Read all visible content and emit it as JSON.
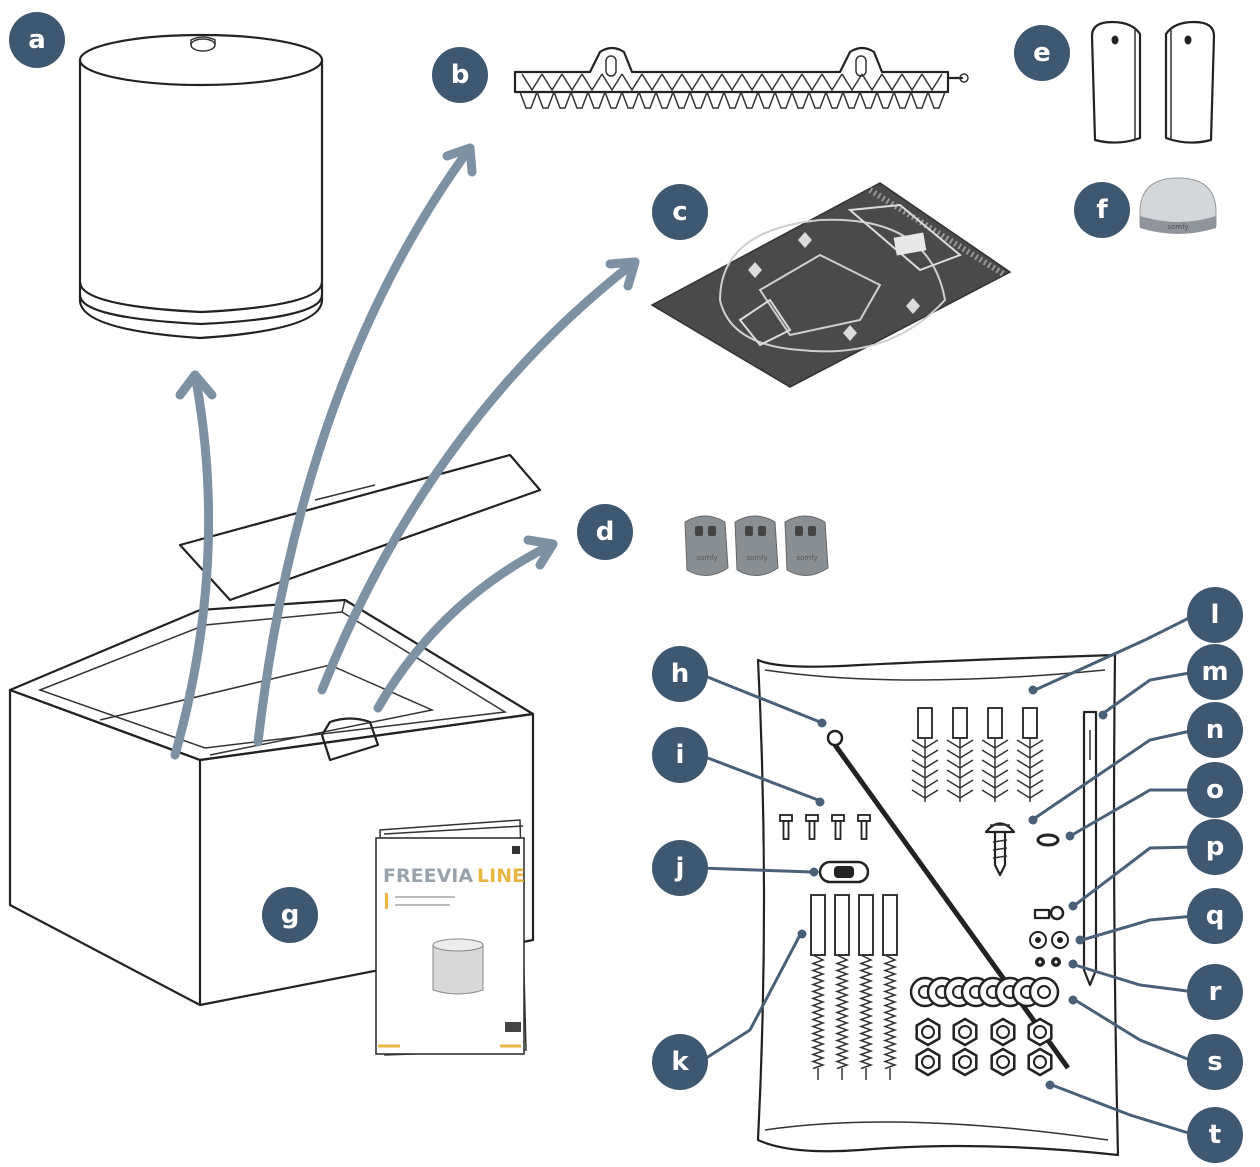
{
  "colors": {
    "marker": "#3f5872",
    "arrow": "#7d91a4",
    "leader": "#4a6078",
    "booklet_title": "#9aa3ac",
    "booklet_accent": "#e9b642",
    "motor_cap": "#d3d7da",
    "remote": "#8a8f94"
  },
  "markers": [
    "a",
    "b",
    "c",
    "d",
    "e",
    "f",
    "g",
    "h",
    "i",
    "j",
    "k",
    "l",
    "m",
    "n",
    "o",
    "p",
    "q",
    "r",
    "s",
    "t"
  ],
  "booklet": {
    "title_part1": "FREEVIA",
    "title_part2": "LINE"
  },
  "logos": {
    "receiver": "somfy",
    "remote": "somfy"
  },
  "icons": {
    "motor": "cylinder-motor-icon",
    "rack": "gear-rack-icon",
    "template": "drilling-template-icon",
    "remotes": "remote-control-icon",
    "photocells": "photocell-icon",
    "receiver": "receiver-dome-icon",
    "box": "open-box-icon",
    "manual": "manual-booklet-icon",
    "bag": "hardware-bag-icon"
  }
}
